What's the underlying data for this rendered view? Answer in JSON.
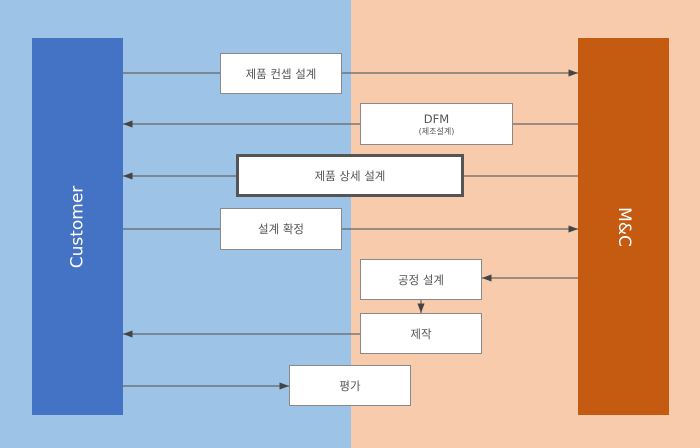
{
  "lanes": {
    "customer": "Customer",
    "mc": "M&C"
  },
  "steps": {
    "concept": "제품 컨셉 설계",
    "dfm": "DFM",
    "dfm_sub": "(제조설계)",
    "detail": "제품 상세 설계",
    "confirm": "설계 확정",
    "process": "공정 설계",
    "make": "제작",
    "eval": "평가"
  },
  "colors": {
    "customer_lane": "#9DC3E6",
    "mc_lane": "#F8CBAD",
    "customer_bar": "#4472C4",
    "mc_bar": "#C55A11"
  }
}
